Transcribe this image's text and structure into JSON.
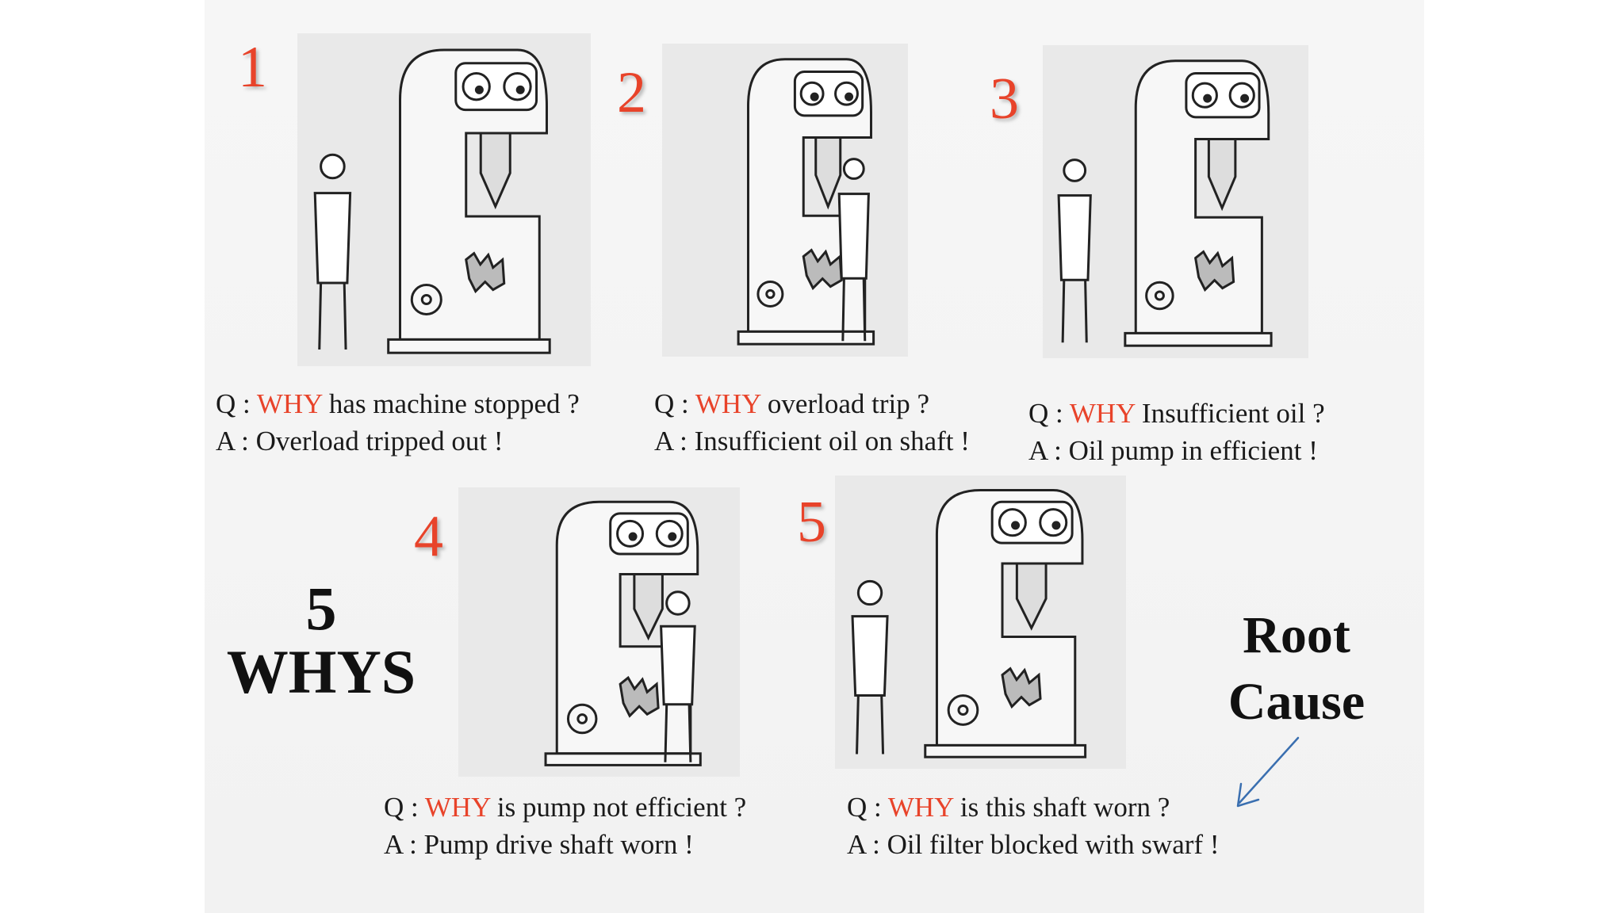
{
  "title": {
    "number": "5",
    "word": "WHYS"
  },
  "root_cause": {
    "line1": "Root",
    "line2": "Cause"
  },
  "steps": [
    {
      "number": "1",
      "q_prefix": "Q : ",
      "why": "WHY",
      "question": " has machine stopped ?",
      "answer": "A : Overload tripped out !"
    },
    {
      "number": "2",
      "q_prefix": "Q : ",
      "why": "WHY",
      "question": " overload trip ?",
      "answer": "A : Insufficient oil on shaft !"
    },
    {
      "number": "3",
      "q_prefix": "Q : ",
      "why": "WHY",
      "question": " Insufficient oil ?",
      "answer": "A : Oil pump in efficient !"
    },
    {
      "number": "4",
      "q_prefix": "Q : ",
      "why": "WHY",
      "question": " is pump not efficient ?",
      "answer": "A : Pump drive shaft worn !"
    },
    {
      "number": "5",
      "q_prefix": "Q : ",
      "why": "WHY",
      "question": " is this shaft worn ?",
      "answer": "A : Oil filter blocked with swarf !"
    }
  ],
  "colors": {
    "accent": "#e8432a",
    "arrow": "#3a6fb0"
  },
  "icons": [
    "machine-cartoon",
    "man-cartoon",
    "arrow-icon"
  ]
}
